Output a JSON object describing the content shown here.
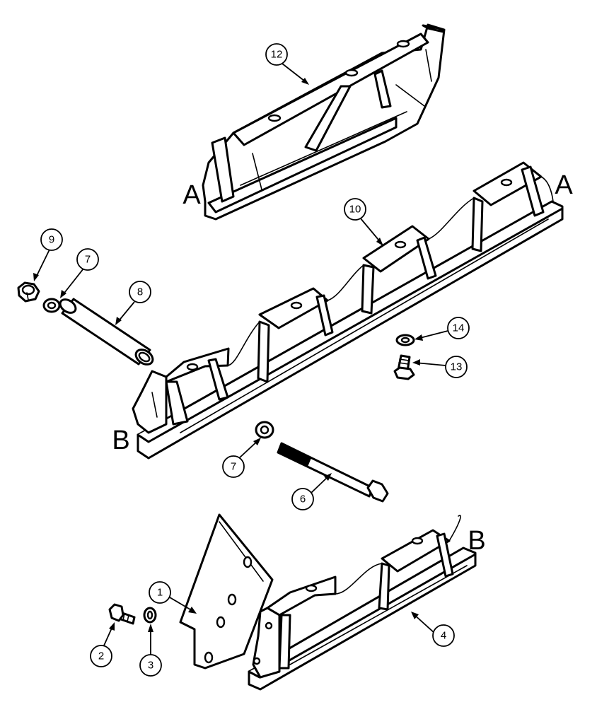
{
  "callouts": [
    {
      "id": "c12",
      "label": "12"
    },
    {
      "id": "c10",
      "label": "10"
    },
    {
      "id": "c9",
      "label": "9"
    },
    {
      "id": "c7a",
      "label": "7"
    },
    {
      "id": "c8",
      "label": "8"
    },
    {
      "id": "c14",
      "label": "14"
    },
    {
      "id": "c13",
      "label": "13"
    },
    {
      "id": "c7b",
      "label": "7"
    },
    {
      "id": "c6",
      "label": "6"
    },
    {
      "id": "c1",
      "label": "1"
    },
    {
      "id": "c4",
      "label": "4"
    },
    {
      "id": "c2",
      "label": "2"
    },
    {
      "id": "c3",
      "label": "3"
    }
  ],
  "ref_letters": {
    "a_left": "A",
    "a_right": "A",
    "b_left": "B",
    "b_right": "B"
  }
}
